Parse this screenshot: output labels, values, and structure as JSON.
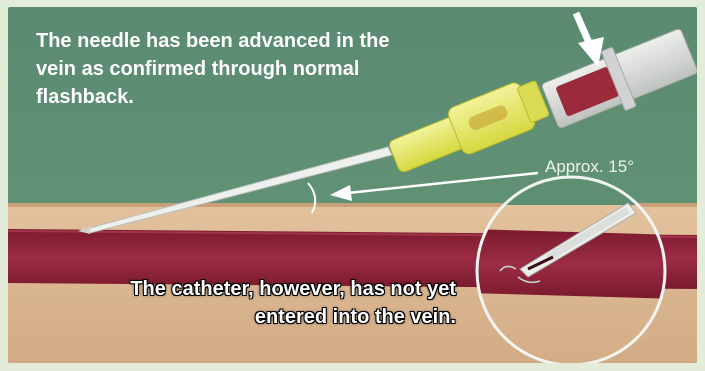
{
  "diagram": {
    "caption_top": "The needle has been advanced in the vein as confirmed through normal flashback.",
    "caption_bottom": "The catheter, however, has not yet entered into the vein.",
    "angle_label": "Approx. 15°",
    "colors": {
      "background": "#5e8f72",
      "skin": "#d8b58f",
      "vein": "#8a1f35",
      "hub": "#e8ec6a",
      "syringe": "#d7d9d7",
      "flashback": "#9b2b3b",
      "arrow": "#ffffff"
    }
  }
}
